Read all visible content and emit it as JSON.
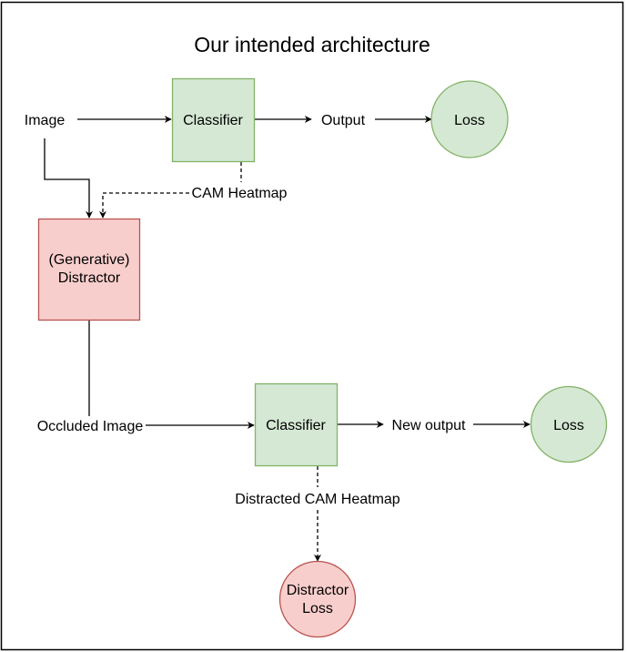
{
  "title": "Our intended architecture",
  "nodes": {
    "image": "Image",
    "classifier_top": "Classifier",
    "output": "Output",
    "loss_top": "Loss",
    "cam_heatmap": "CAM Heatmap",
    "distractor_line1": "(Generative)",
    "distractor_line2": "Distractor",
    "occluded_image": "Occluded Image",
    "classifier_bottom": "Classifier",
    "new_output": "New output",
    "loss_bottom": "Loss",
    "distracted_cam_heatmap": "Distracted CAM Heatmap",
    "distractor_loss_line1": "Distractor",
    "distractor_loss_line2": "Loss"
  },
  "colors": {
    "green_fill": "#d5e8d4",
    "green_stroke": "#82b366",
    "red_fill": "#f8cecc",
    "red_stroke": "#b85450",
    "edge": "#000000",
    "frame": "#000000"
  }
}
